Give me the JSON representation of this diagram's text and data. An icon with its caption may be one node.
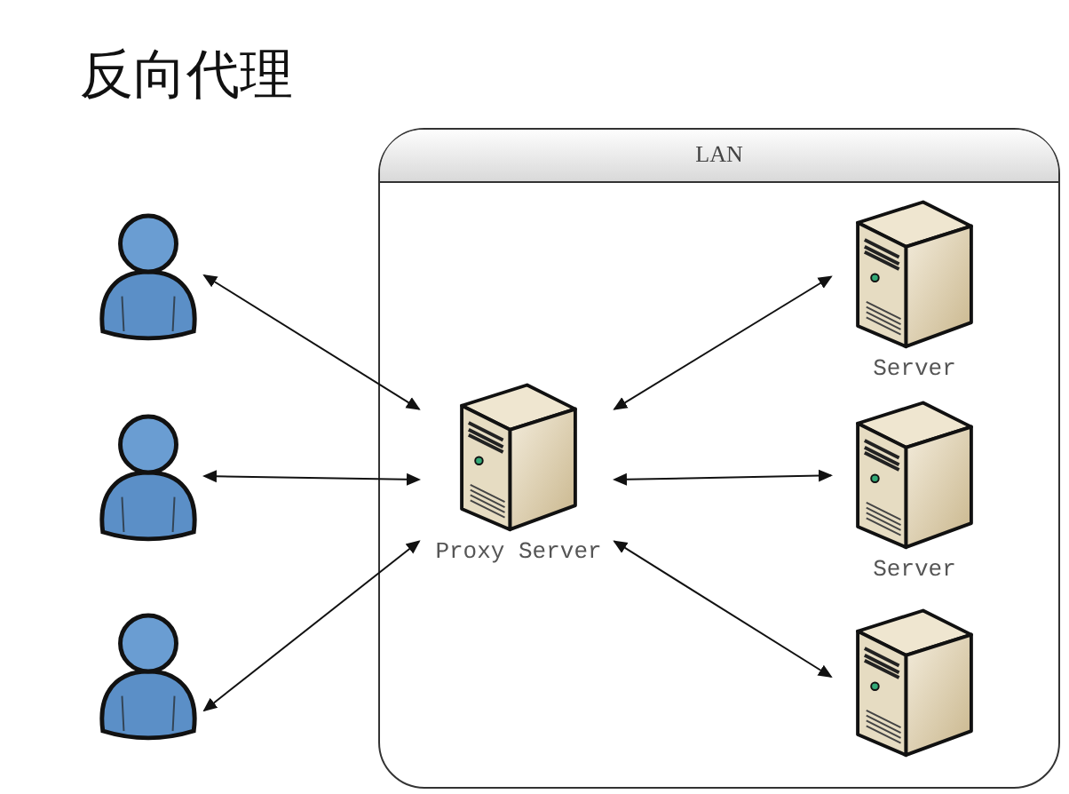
{
  "diagram": {
    "title": "反向代理",
    "nodes": [
      {
        "text": [
          "LAN"
        ]
      },
      {
        "text": [],
        "shape": "person"
      },
      {
        "text": [],
        "shape": "person"
      },
      {
        "text": [],
        "shape": "person"
      },
      {
        "text": [
          "Proxy Server"
        ],
        "in": 0
      },
      {
        "text": [
          "Server"
        ],
        "in": 0
      },
      {
        "text": [
          "Server"
        ],
        "in": 0
      },
      {
        "text": [],
        "shape": "box",
        "in": 0
      }
    ],
    "edges": [
      {
        "from": 1,
        "to": 4,
        "arrow": "both"
      },
      {
        "from": 2,
        "to": 4,
        "arrow": "both"
      },
      {
        "from": 3,
        "to": 4,
        "arrow": "both"
      },
      {
        "from": 4,
        "to": 5,
        "arrow": "both"
      },
      {
        "from": 4,
        "to": 6,
        "arrow": "both"
      },
      {
        "from": 4,
        "to": 7,
        "arrow": "both"
      }
    ]
  }
}
